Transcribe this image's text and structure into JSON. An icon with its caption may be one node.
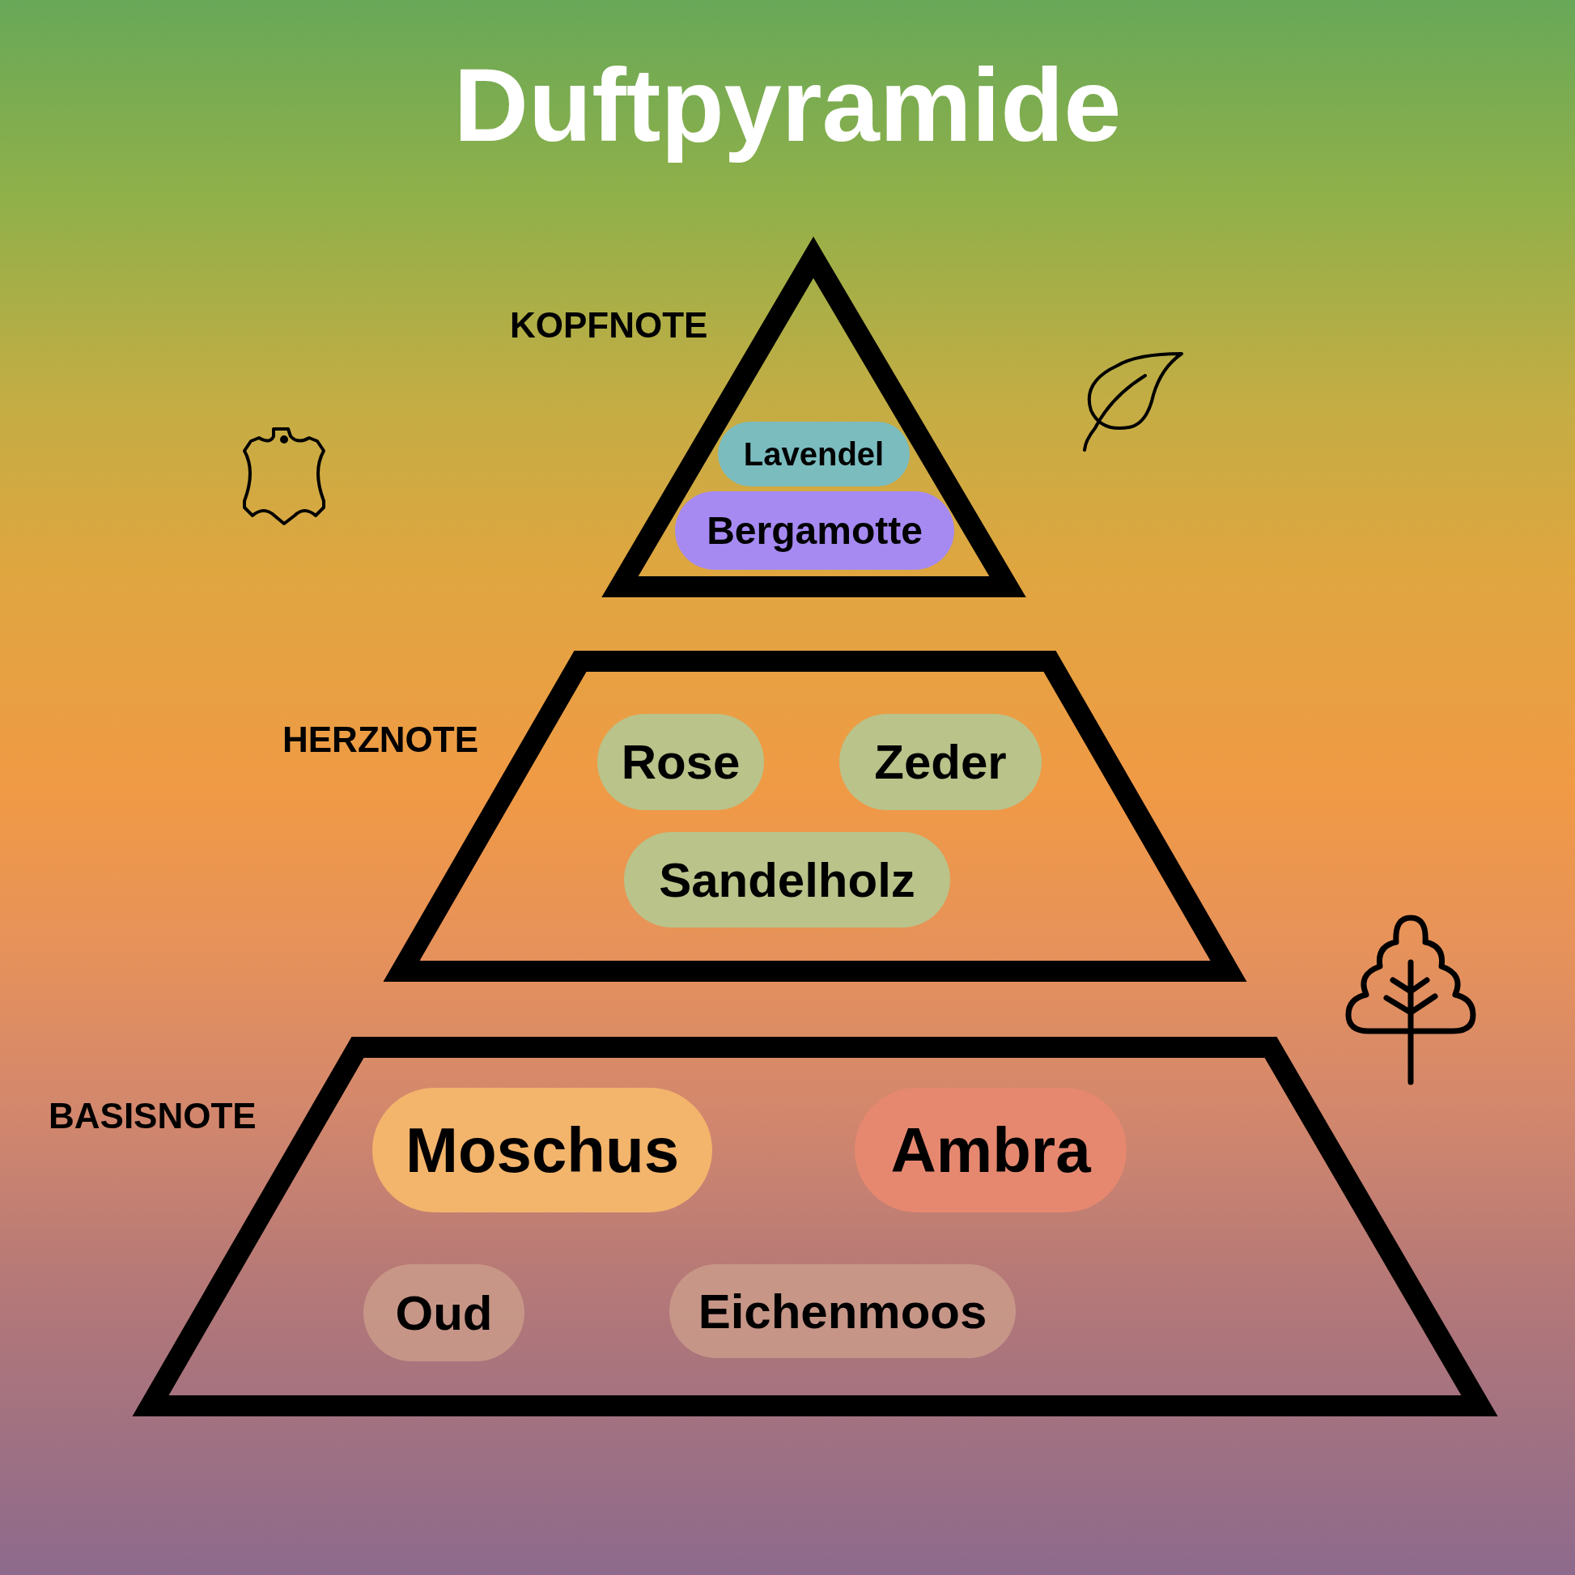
{
  "diagram": {
    "title": "Duftpyramide",
    "nodes": [
      {
        "text": [
          "KOPFNOTE"
        ]
      },
      {
        "text": [
          "HERZNOTE"
        ]
      },
      {
        "text": [
          "BASISNOTE"
        ]
      },
      {
        "text": [
          "Lavendel"
        ],
        "in": 0
      },
      {
        "text": [
          "Bergamotte"
        ],
        "in": 0
      },
      {
        "text": [
          "Rose"
        ],
        "in": 1
      },
      {
        "text": [
          "Zeder"
        ],
        "in": 1
      },
      {
        "text": [
          "Sandelholz"
        ],
        "in": 1
      },
      {
        "text": [
          "Moschus"
        ],
        "in": 2
      },
      {
        "text": [
          "Ambra"
        ],
        "in": 2
      },
      {
        "text": [
          "Oud"
        ],
        "in": 2
      },
      {
        "text": [
          "Eichenmoos"
        ],
        "in": 2
      }
    ]
  }
}
